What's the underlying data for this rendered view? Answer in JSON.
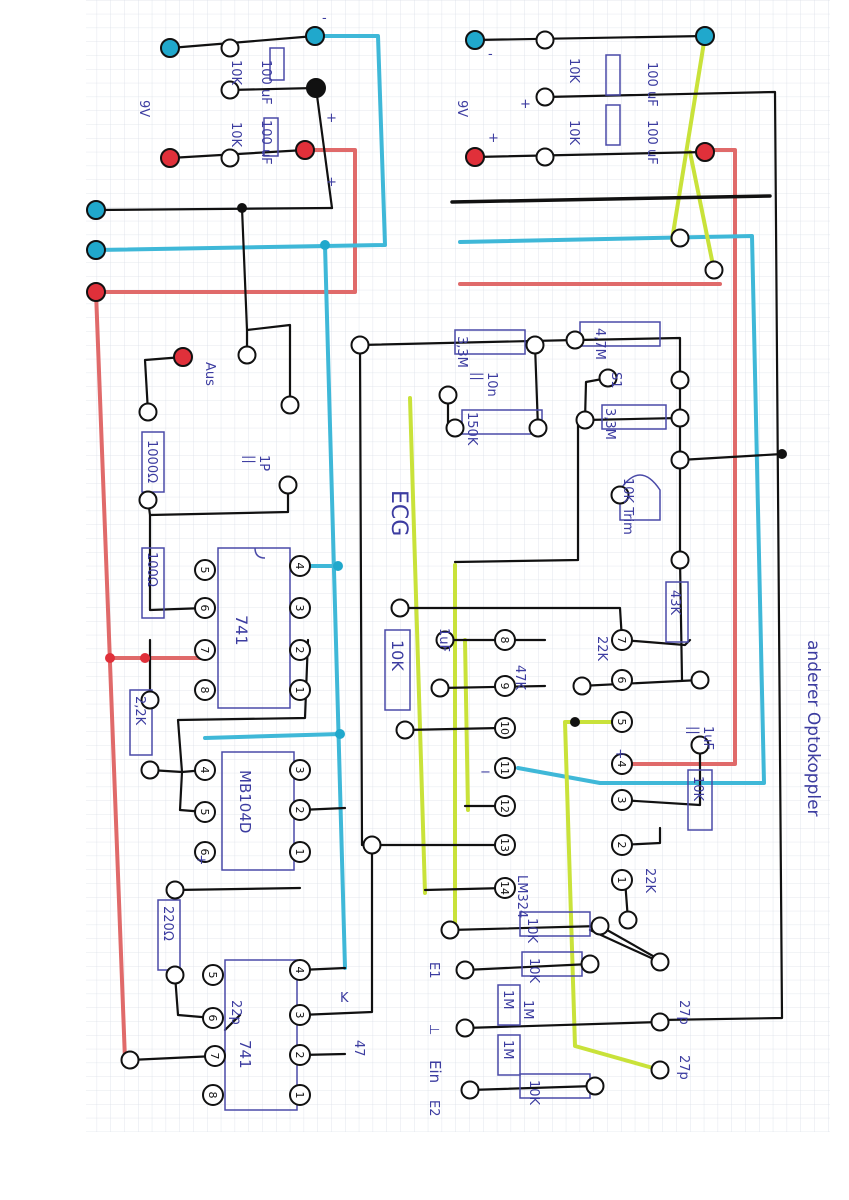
{
  "colors": {
    "paper": "#ffffff",
    "grid": "#d9dee6",
    "ink": "#111111",
    "red": "#e06060",
    "cyan": "#33b5d6",
    "yellow": "#c6e030",
    "pen": "#3c3ca0",
    "terminal_red": "#e0303a",
    "terminal_cyan": "#20a8cc"
  },
  "supply_left": {
    "voltage": "9V",
    "res_top": "10K",
    "cap_top": "100 uF",
    "res_bottom": "10K",
    "cap_bottom": "100 uF",
    "minus": "-",
    "plus": "+",
    "plus2": "+"
  },
  "supply_right": {
    "voltage": "9V",
    "res_top": "10K",
    "cap_top": "100 uF",
    "res_bottom": "10K",
    "cap_bottom": "100 uF",
    "minus": "-",
    "plus": "+",
    "plus2": "+"
  },
  "rails": {
    "ground_symbol": "⊥",
    "minus_symbol": "−",
    "plus_symbol": "+"
  },
  "left_stage": {
    "aus": "Aus",
    "switch_note": "1P\n||",
    "r_1000": "1000Ω",
    "r_100": "100Ω",
    "r_2_2k": "2,2K",
    "ic_741": "741",
    "ic_opto": "MB104D",
    "r_220": "220Ω",
    "ic_741b": "741",
    "cap_22p": "22p",
    "cap_47": "47",
    "k": "K",
    "plus": "+"
  },
  "ecg": {
    "title": "ECG",
    "r_3_3M_a": "3,3M",
    "r_4_7M": "4,7M",
    "r_150k": "150K",
    "r_3_3M_b": "3,3M",
    "cap_10n": "10n\n||",
    "s1": "S1",
    "trim": "10K Trim",
    "r_43k": "43K",
    "r_10k_v": "10K",
    "cap_1uF": "1uF",
    "r_47k": "47K",
    "r_22k": "22K",
    "lm324": "LM324",
    "r_10k_b": "10K",
    "cap_1uF_b": "1uF\n||",
    "r_22k_b": "22K",
    "r_10k_h1": "10K",
    "r_10k_h2": "10K",
    "r_1M_a": "1M",
    "r_1M_b": "1M",
    "r_1M_c": "1M",
    "r_10k_h3": "10K",
    "cap_27p_a": "27p",
    "cap_27p_b": "27p",
    "e1": "E1",
    "ein": "Ein",
    "e2": "E2",
    "gnd": "⊥",
    "minus": "−",
    "plus": "+",
    "plus_pin": "+"
  },
  "note": {
    "right_margin": "anderer Optokoppler"
  }
}
